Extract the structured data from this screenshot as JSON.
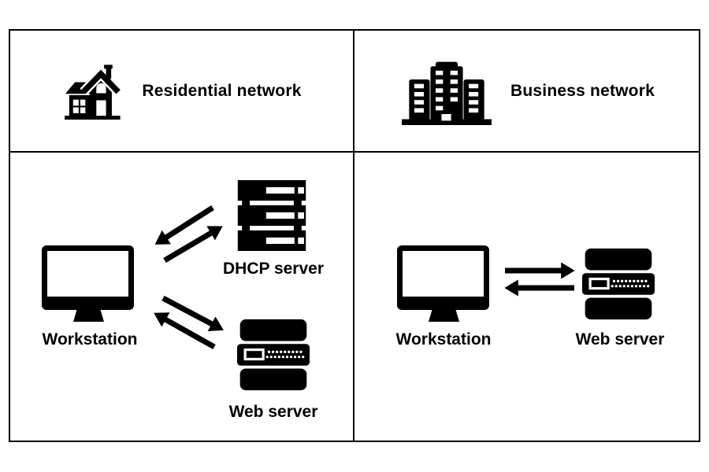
{
  "colors": {
    "ink": "#000000",
    "background": "#ffffff",
    "border": "#000000"
  },
  "legend": {
    "residential": {
      "label": "Residential network",
      "icon": "house-icon"
    },
    "business": {
      "label": "Business network",
      "icon": "office-buildings-icon"
    }
  },
  "residential_diagram": {
    "workstation": {
      "label": "Workstation",
      "icon": "monitor-icon"
    },
    "dhcp_server": {
      "label": "DHCP server",
      "icon": "rack-server-icon"
    },
    "web_server": {
      "label": "Web server",
      "icon": "server-icon"
    },
    "connections": [
      {
        "from": "Workstation",
        "to": "DHCP server",
        "bidirectional": true
      },
      {
        "from": "Workstation",
        "to": "Web server",
        "bidirectional": true
      }
    ]
  },
  "business_diagram": {
    "workstation": {
      "label": "Workstation",
      "icon": "monitor-icon"
    },
    "web_server": {
      "label": "Web server",
      "icon": "server-icon"
    },
    "connections": [
      {
        "from": "Workstation",
        "to": "Web server",
        "bidirectional": true
      }
    ]
  }
}
